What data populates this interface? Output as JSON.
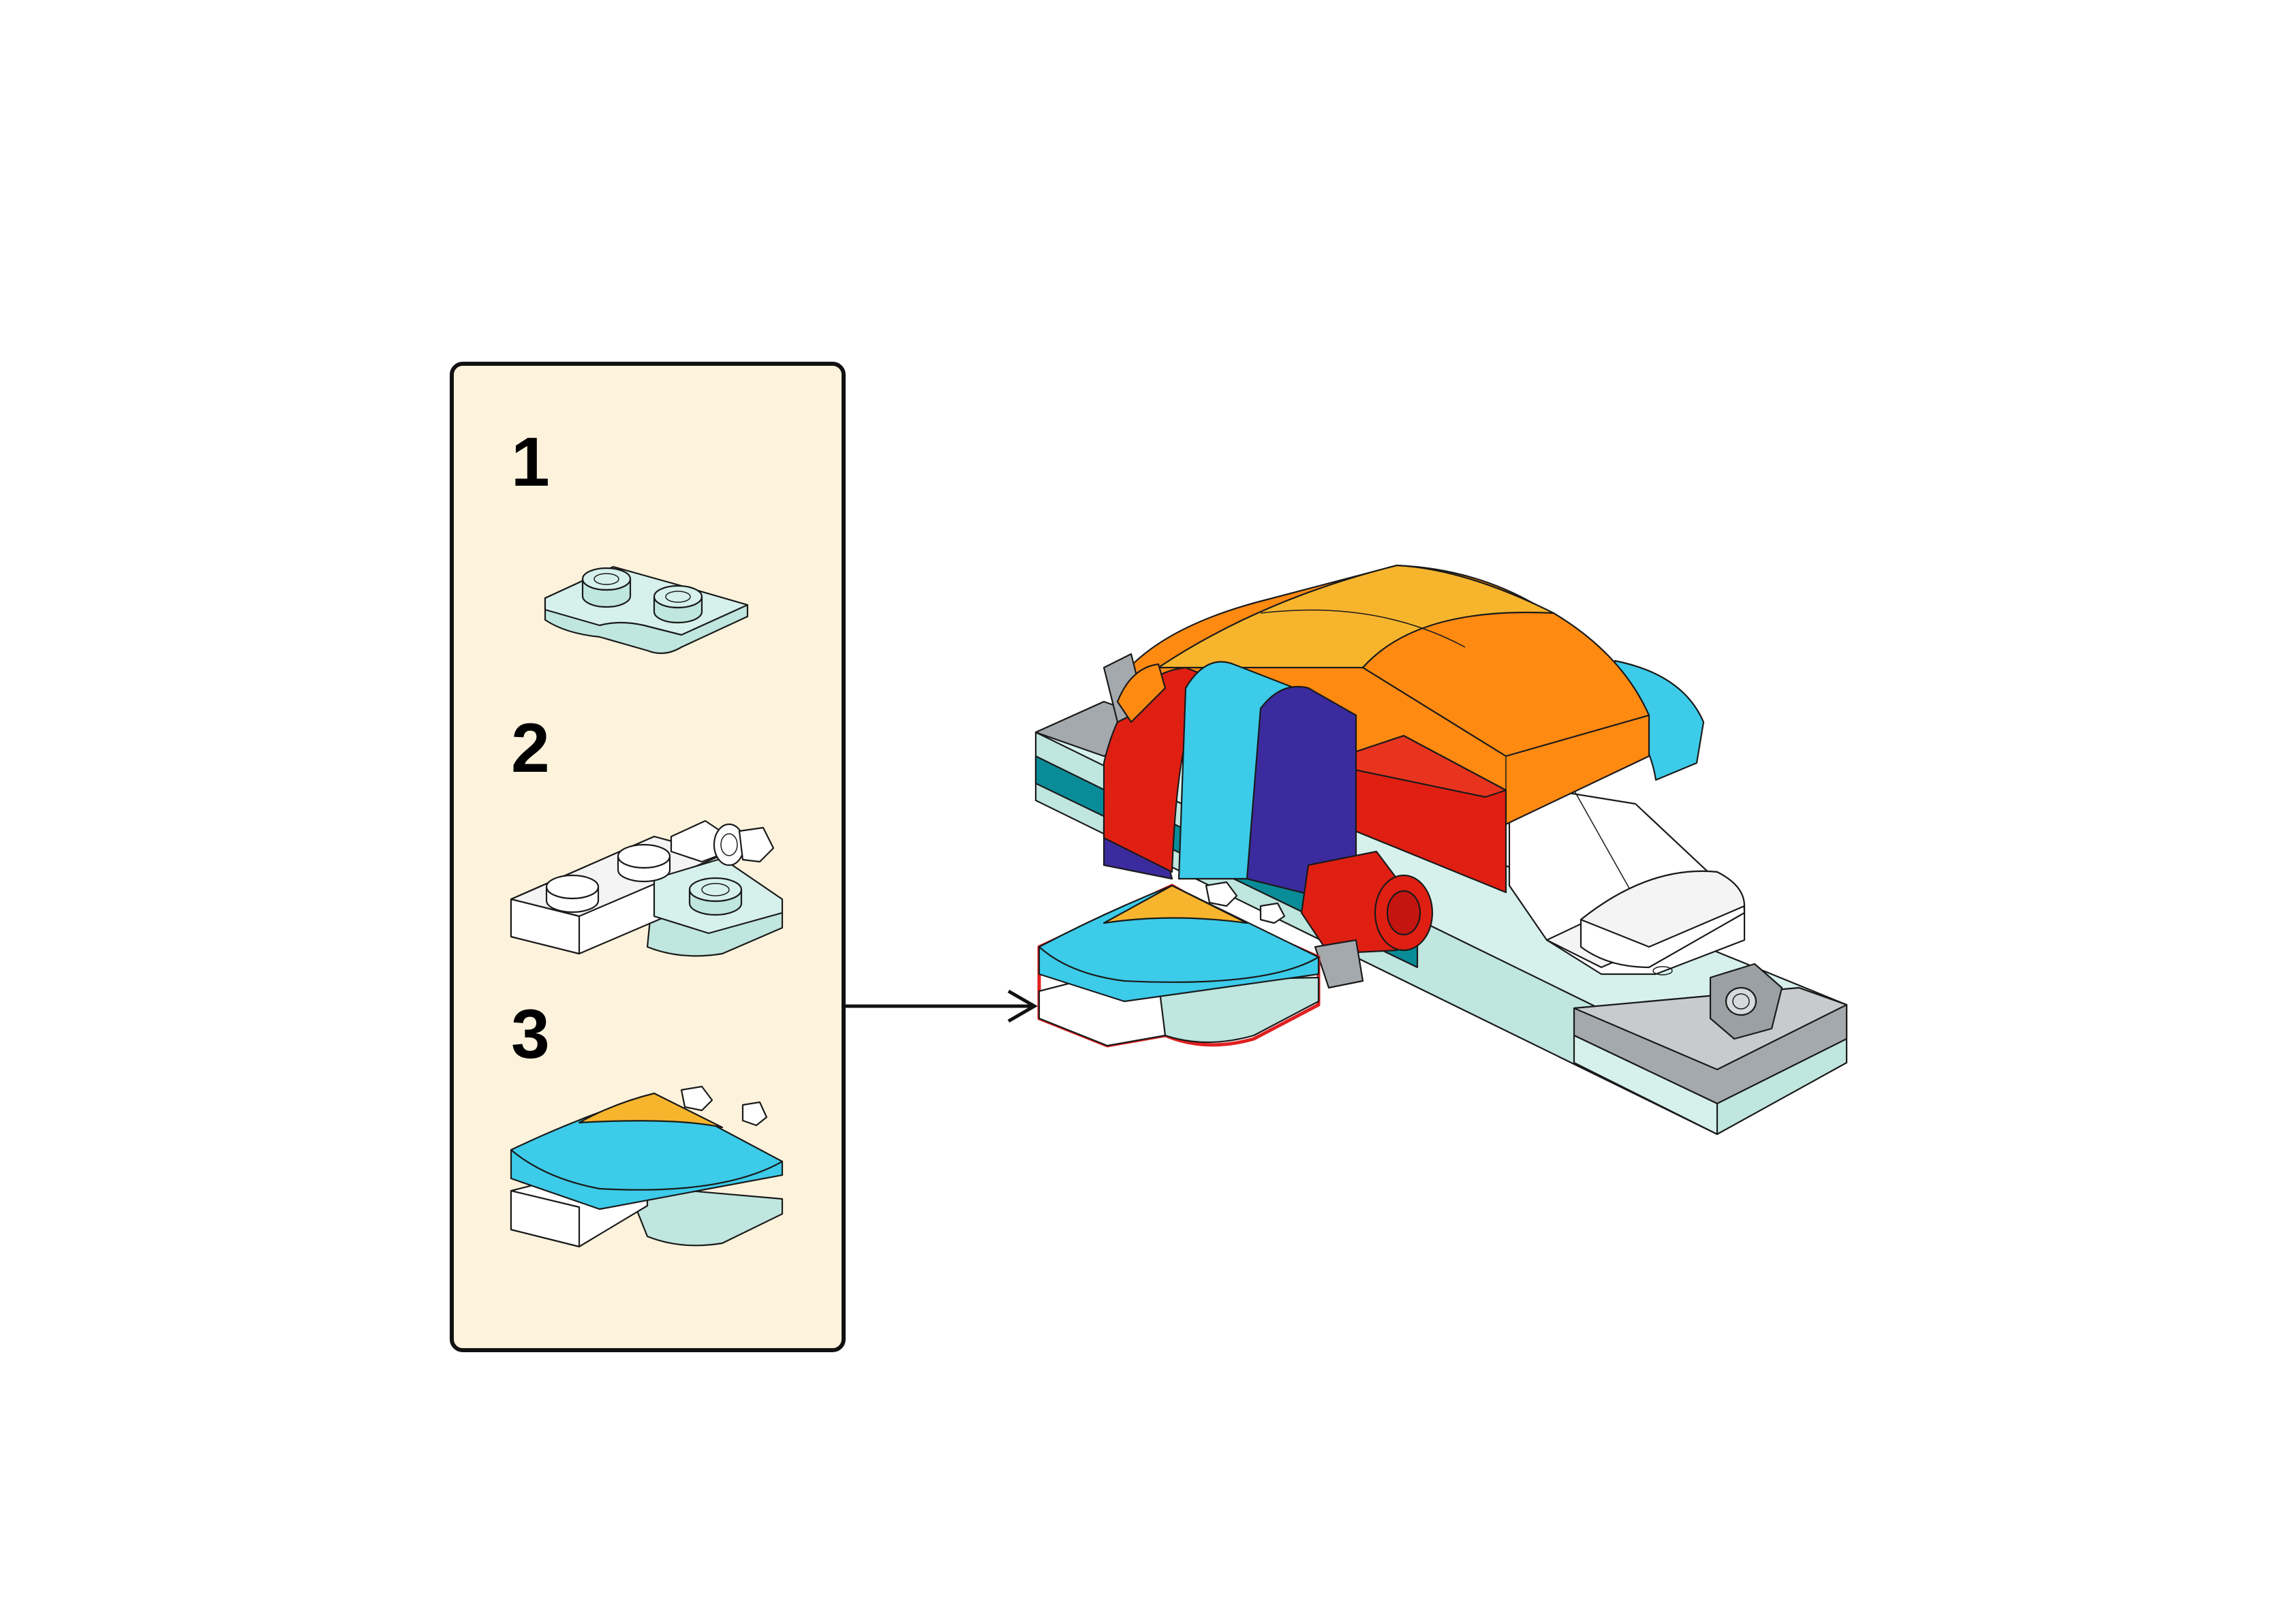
{
  "steps": [
    {
      "number": "1"
    },
    {
      "number": "2"
    },
    {
      "number": "3"
    }
  ],
  "colors": {
    "panel_bg": "#fdf3dc",
    "panel_border": "#111111",
    "highlight": "#e02020",
    "light_aqua": "#bfe6df",
    "white": "#ffffff",
    "medium_azure": "#3ccbe9",
    "bright_orange": "#f7a51d",
    "orange": "#ff8a12",
    "red": "#e01f13",
    "dark_blue_violet": "#3b2b9e",
    "dark_turquoise": "#0a8c98",
    "light_bluish_gray": "#a4a9ad"
  }
}
